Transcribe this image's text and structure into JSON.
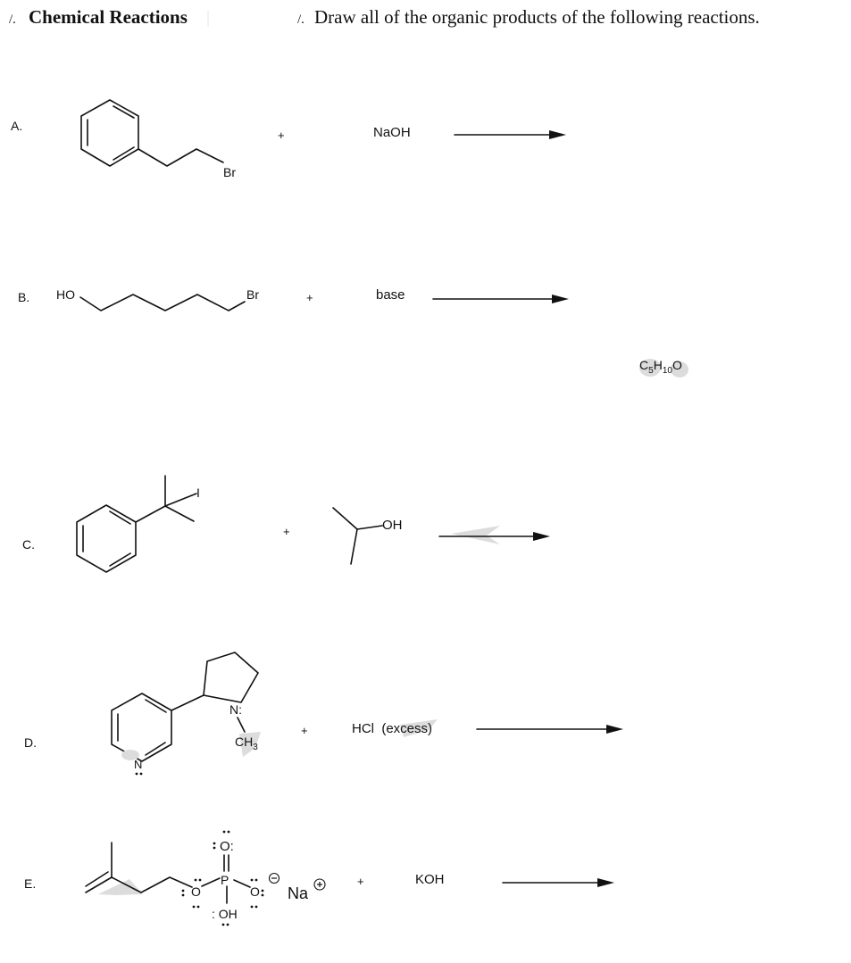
{
  "header": {
    "left_prefix": "/.",
    "left_title": "Chemical Reactions",
    "right_prefix": "/.",
    "instruction": "Draw all of the organic products of the following reactions."
  },
  "reactions": [
    {
      "label": "A.",
      "substrate_atoms": [
        "Br"
      ],
      "plus": "+",
      "reagent": "NaOH"
    },
    {
      "label": "B.",
      "substrate_atoms": [
        "HO",
        "Br"
      ],
      "plus": "+",
      "reagent": "base",
      "product_formula": {
        "main": "C",
        "sub1": "5",
        "mid": "H",
        "sub2": "10",
        "end": "O"
      }
    },
    {
      "label": "C.",
      "substrate_atoms": [
        "I"
      ],
      "plus": "+",
      "reagent": "OH"
    },
    {
      "label": "D.",
      "substrate_atoms": [
        "N:",
        "CH",
        "3",
        "N"
      ],
      "plus": "+",
      "reagent": "HCl  (excess)"
    },
    {
      "label": "E.",
      "substrate_atoms": [
        "O:",
        "P",
        "O",
        "O",
        ": OH",
        "Na"
      ],
      "plus": "+",
      "reagent": "KOH"
    }
  ]
}
